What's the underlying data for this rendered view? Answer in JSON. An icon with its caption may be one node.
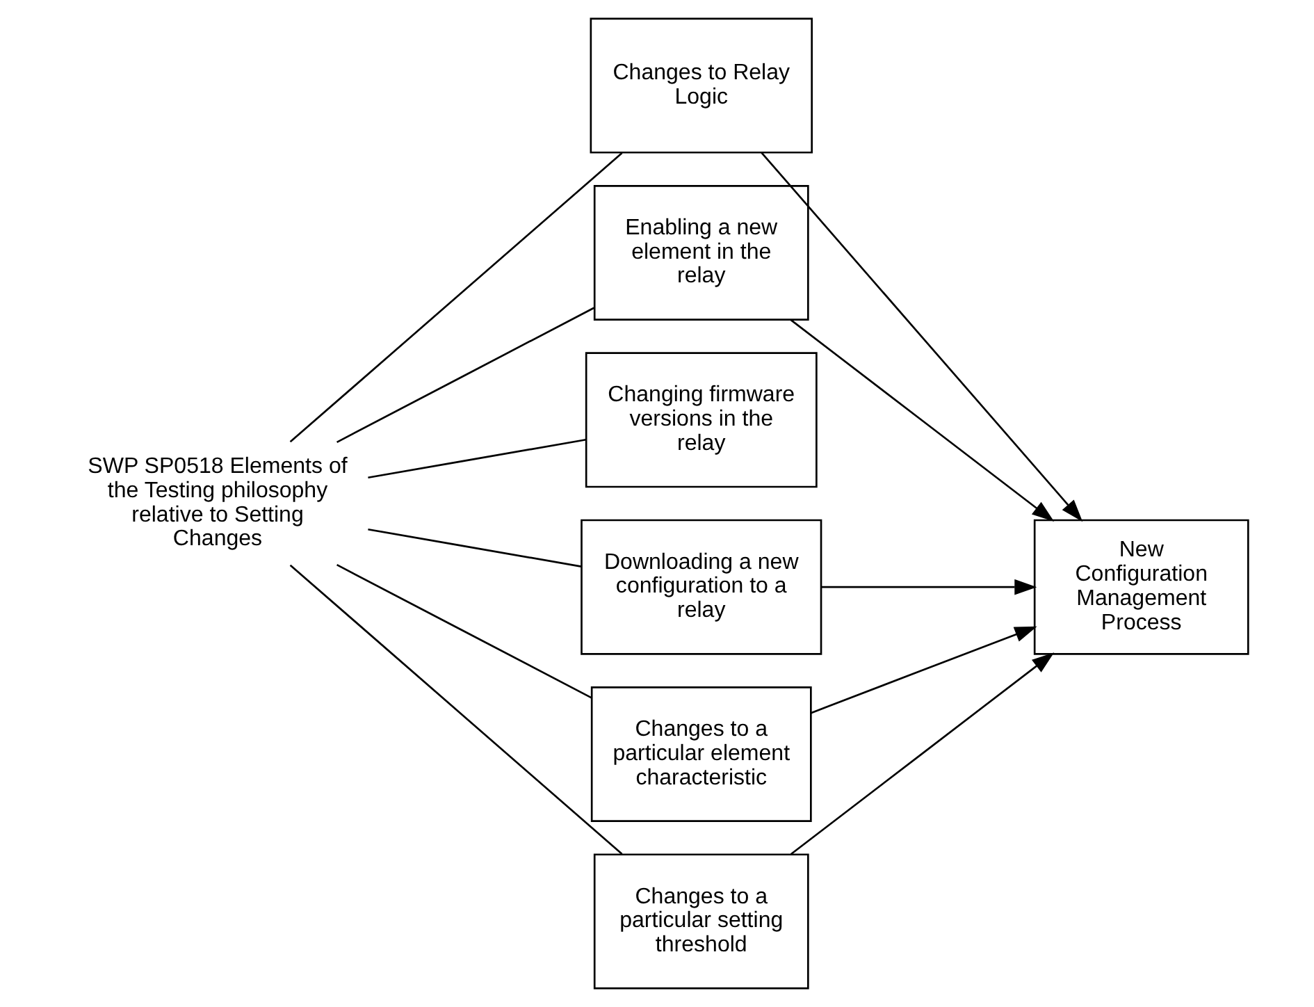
{
  "diagram": {
    "nodes": [
      {
        "text": [
          "SWP SP0518 Elements of the Testing philosophy relative to Setting Changes"
        ]
      },
      {
        "text": [
          "Changes to Relay Logic"
        ]
      },
      {
        "text": [
          "Enabling a new element in the relay"
        ]
      },
      {
        "text": [
          "Changing firmware versions in the relay"
        ]
      },
      {
        "text": [
          "Downloading a new configuration to a relay"
        ]
      },
      {
        "text": [
          "Changes to a particular element characteristic"
        ]
      },
      {
        "text": [
          "Changes to a particular setting threshold"
        ]
      },
      {
        "text": [
          "New Configuration Management Process"
        ]
      }
    ],
    "edges": [
      {
        "from": 0,
        "to": 1,
        "arrow": "none"
      },
      {
        "from": 0,
        "to": 2,
        "arrow": "none"
      },
      {
        "from": 0,
        "to": 3,
        "arrow": "none"
      },
      {
        "from": 0,
        "to": 4,
        "arrow": "none"
      },
      {
        "from": 0,
        "to": 5,
        "arrow": "none"
      },
      {
        "from": 0,
        "to": 6,
        "arrow": "none"
      },
      {
        "from": 1,
        "to": 7,
        "arrow": "to"
      },
      {
        "from": 2,
        "to": 7,
        "arrow": "to"
      },
      {
        "from": 4,
        "to": 7,
        "arrow": "to"
      },
      {
        "from": 5,
        "to": 7,
        "arrow": "to"
      },
      {
        "from": 6,
        "to": 7,
        "arrow": "to"
      }
    ]
  }
}
